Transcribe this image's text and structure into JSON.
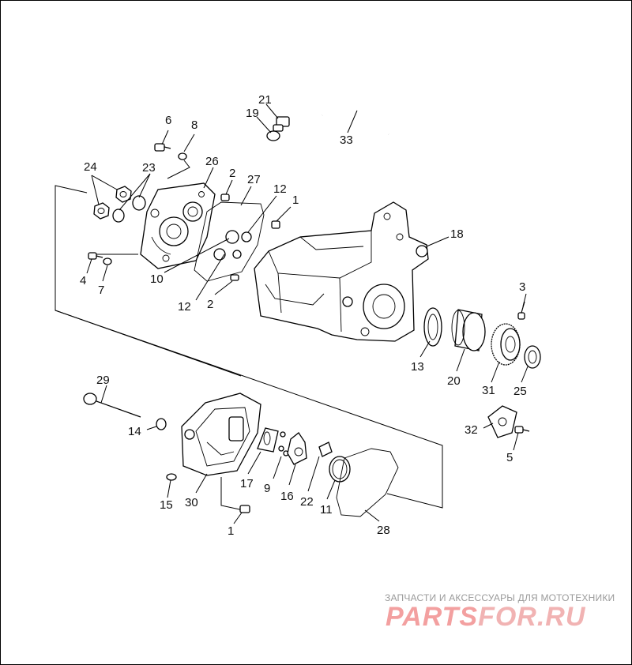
{
  "diagram": {
    "callouts": [
      "21",
      "19",
      "33",
      "6",
      "8",
      "24",
      "23",
      "26",
      "2",
      "27",
      "12",
      "1",
      "18",
      "10",
      "4",
      "7",
      "12",
      "2",
      "3",
      "13",
      "20",
      "31",
      "25",
      "29",
      "14",
      "32",
      "5",
      "17",
      "9",
      "16",
      "22",
      "11",
      "15",
      "30",
      "28",
      "1"
    ]
  },
  "watermark": {
    "caption": "ЗАПЧАСТИ И АКСЕССУАРЫ ДЛЯ МОТОТЕХНИКИ",
    "logo_part1": "PARTS",
    "logo_part2": "FOR.RU"
  }
}
